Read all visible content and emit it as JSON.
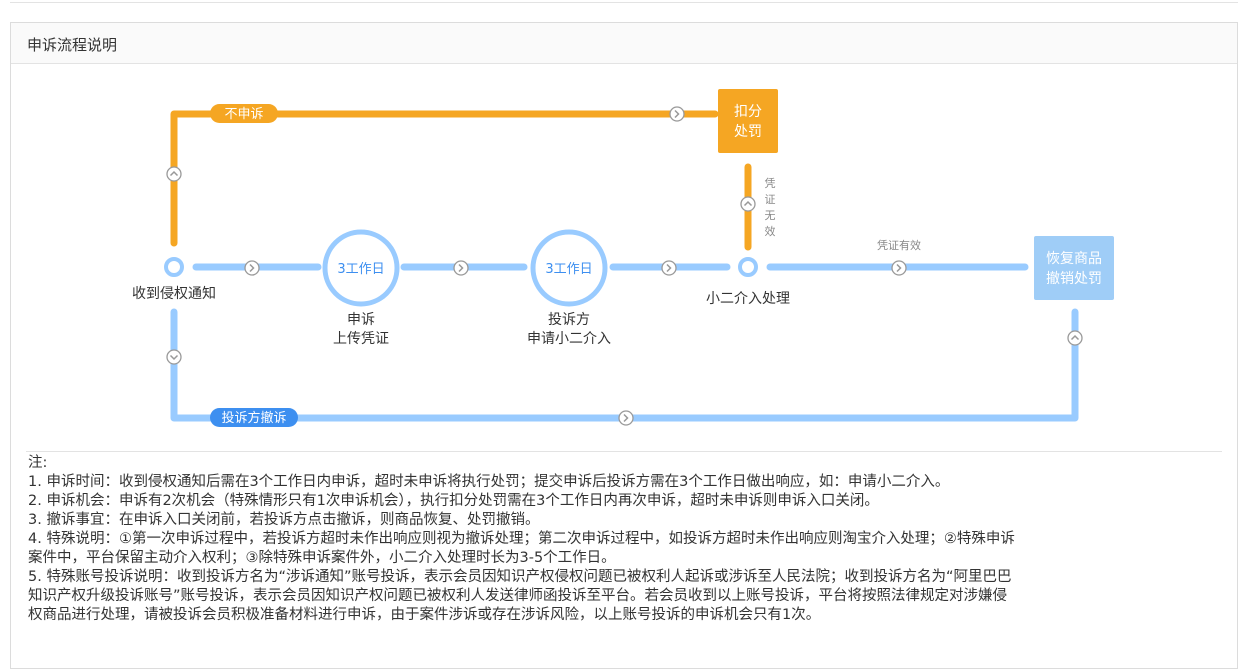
{
  "panel": {
    "title": "申诉流程说明"
  },
  "flow": {
    "badge_no_appeal": "不申诉",
    "badge_withdraw": "投诉方撤诉",
    "box_penalty": "扣分\n处罚",
    "box_restore": "恢复商品\n撤销处罚",
    "day1": "3工作日",
    "day2": "3工作日",
    "label_notice": "收到侵权通知",
    "label_appeal": "申诉\n上传凭证",
    "label_complainant": "投诉方\n申请小二介入",
    "label_xiaoer": "小二介入处理",
    "label_invalid": "凭\n证\n无\n效",
    "label_valid": "凭证有效"
  },
  "colors": {
    "orange": "#f5a623",
    "blue_light": "#99cbff",
    "blue_badge": "#3d8ff0",
    "blue_box": "#9fcdf7"
  },
  "notes": [
    "注:",
    "1. 申诉时间：收到侵权通知后需在3个工作日内申诉，超时未申诉将执行处罚；提交申诉后投诉方需在3个工作日做出响应，如：申请小二介入。",
    "2. 申诉机会：申诉有2次机会（特殊情形只有1次申诉机会），执行扣分处罚需在3个工作日内再次申诉，超时未申诉则申诉入口关闭。",
    "3. 撤诉事宜：在申诉入口关闭前，若投诉方点击撤诉，则商品恢复、处罚撤销。",
    "4. 特殊说明：①第一次申诉过程中，若投诉方超时未作出响应则视为撤诉处理；第二次申诉过程中，如投诉方超时未作出响应则淘宝介入处理；②特殊申诉",
    "案件中，平台保留主动介入权利；③除特殊申诉案件外，小二介入处理时长为3-5个工作日。",
    "5. 特殊账号投诉说明：收到投诉方名为“涉诉通知”账号投诉，表示会员因知识产权侵权问题已被权利人起诉或涉诉至人民法院；收到投诉方名为“阿里巴巴",
    "知识产权升级投诉账号”账号投诉，表示会员因知识产权问题已被权利人发送律师函投诉至平台。若会员收到以上账号投诉，平台将按照法律规定对涉嫌侵",
    "权商品进行处理，请被投诉会员积极准备材料进行申诉，由于案件涉诉或存在涉诉风险，以上账号投诉的申诉机会只有1次。"
  ]
}
